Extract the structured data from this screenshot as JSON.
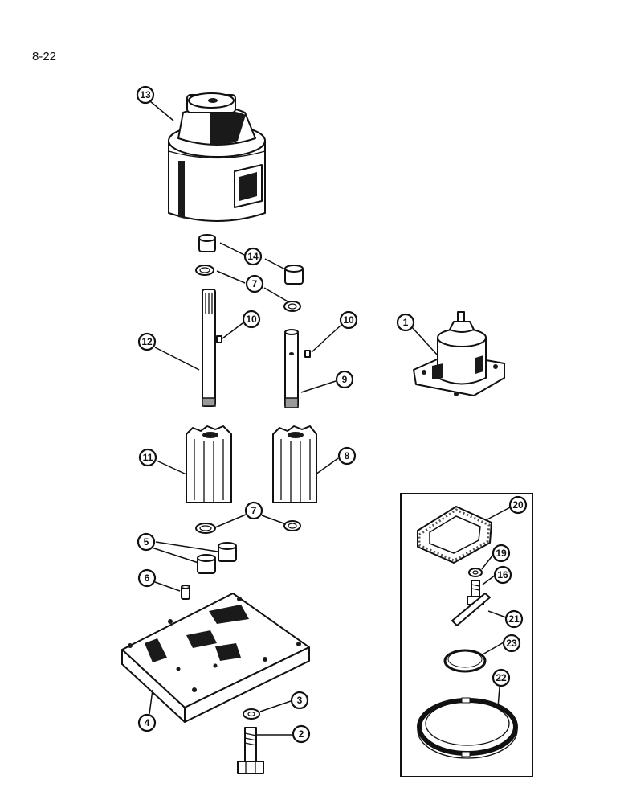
{
  "page_number": "8-22",
  "callouts": {
    "c13": "13",
    "c14": "14",
    "c7a": "7",
    "c10a": "10",
    "c10b": "10",
    "c1": "1",
    "c12": "12",
    "c9": "9",
    "c11": "11",
    "c8": "8",
    "c7b": "7",
    "c5": "5",
    "c6": "6",
    "c4": "4",
    "c3": "3",
    "c2": "2",
    "c20": "20",
    "c19": "19",
    "c16": "16",
    "c21": "21",
    "c23": "23",
    "c22": "22"
  }
}
